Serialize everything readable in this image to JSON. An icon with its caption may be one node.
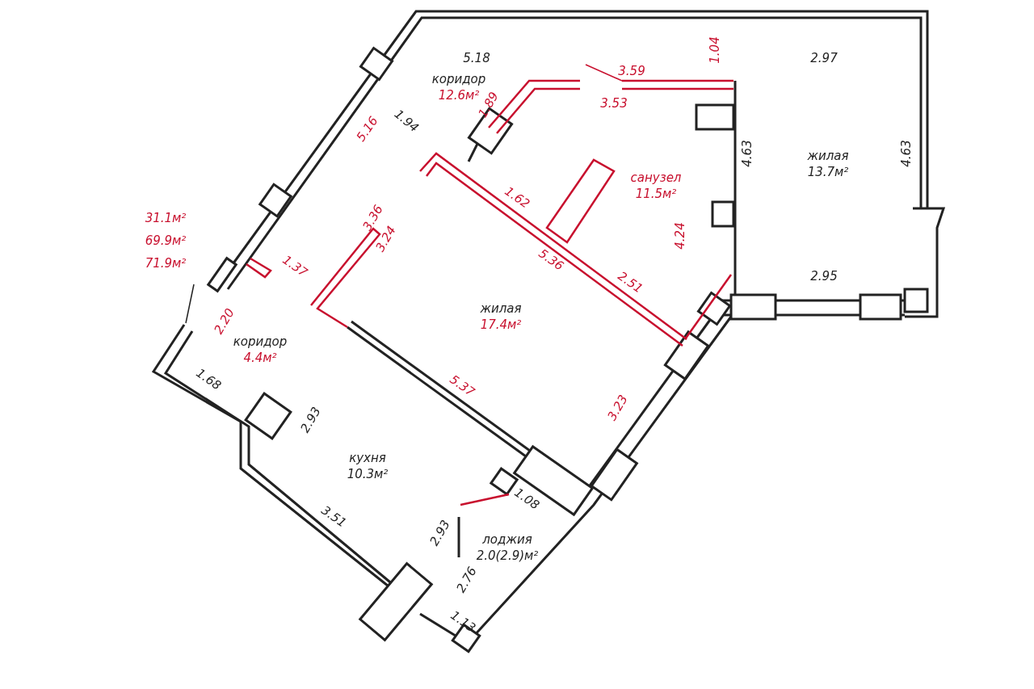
{
  "diagram": {
    "nodes": [
      {
        "text": [
          "коридор",
          "12.6м²"
        ]
      },
      {
        "text": [
          "жилая",
          "13.7м²"
        ]
      },
      {
        "text": [
          "санузел",
          "11.5м²"
        ]
      },
      {
        "text": [
          "жилая",
          "17.4м²"
        ]
      },
      {
        "text": [
          "коридор",
          "4.4м²"
        ]
      },
      {
        "text": [
          "кухня",
          "10.3м²"
        ]
      },
      {
        "text": [
          "лоджия",
          "2.0(2.9)м²"
        ]
      }
    ],
    "labels": [
      "31.1м²",
      "69.9м²",
      "71.9м²",
      "5.18",
      "2.97",
      "1.04",
      "3.59",
      "3.53",
      "1.89",
      "5.16",
      "1.94",
      "4.63",
      "4.63",
      "1.62",
      "3.36",
      "3.24",
      "1.37",
      "5.36",
      "4.24",
      "2.51",
      "2.95",
      "2.20",
      "5.37",
      "3.23",
      "1.68",
      "2.93",
      "2.93",
      "1.08",
      "3.51",
      "2.76",
      "1.13"
    ]
  }
}
